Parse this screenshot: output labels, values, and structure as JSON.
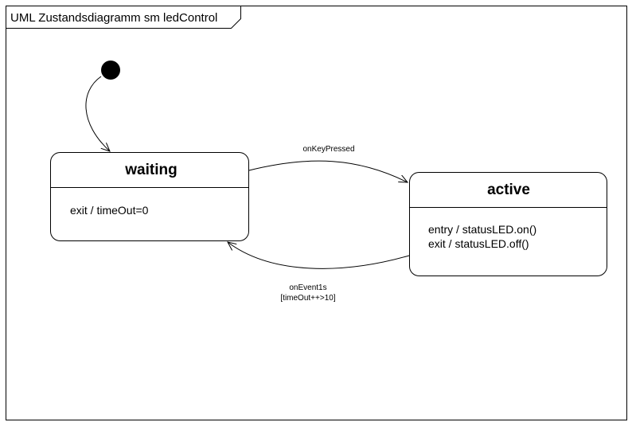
{
  "frame": {
    "title": "UML Zustandsdiagramm sm ledControl"
  },
  "states": {
    "waiting": {
      "name": "waiting",
      "activities": [
        "exit / timeOut=0"
      ]
    },
    "active": {
      "name": "active",
      "activities": [
        "entry / statusLED.on()",
        "exit / statusLED.off()"
      ]
    }
  },
  "transitions": {
    "to_active": {
      "label": "onKeyPressed"
    },
    "to_waiting": {
      "event": "onEvent1s",
      "guard": "[timeOut++>10]"
    }
  }
}
